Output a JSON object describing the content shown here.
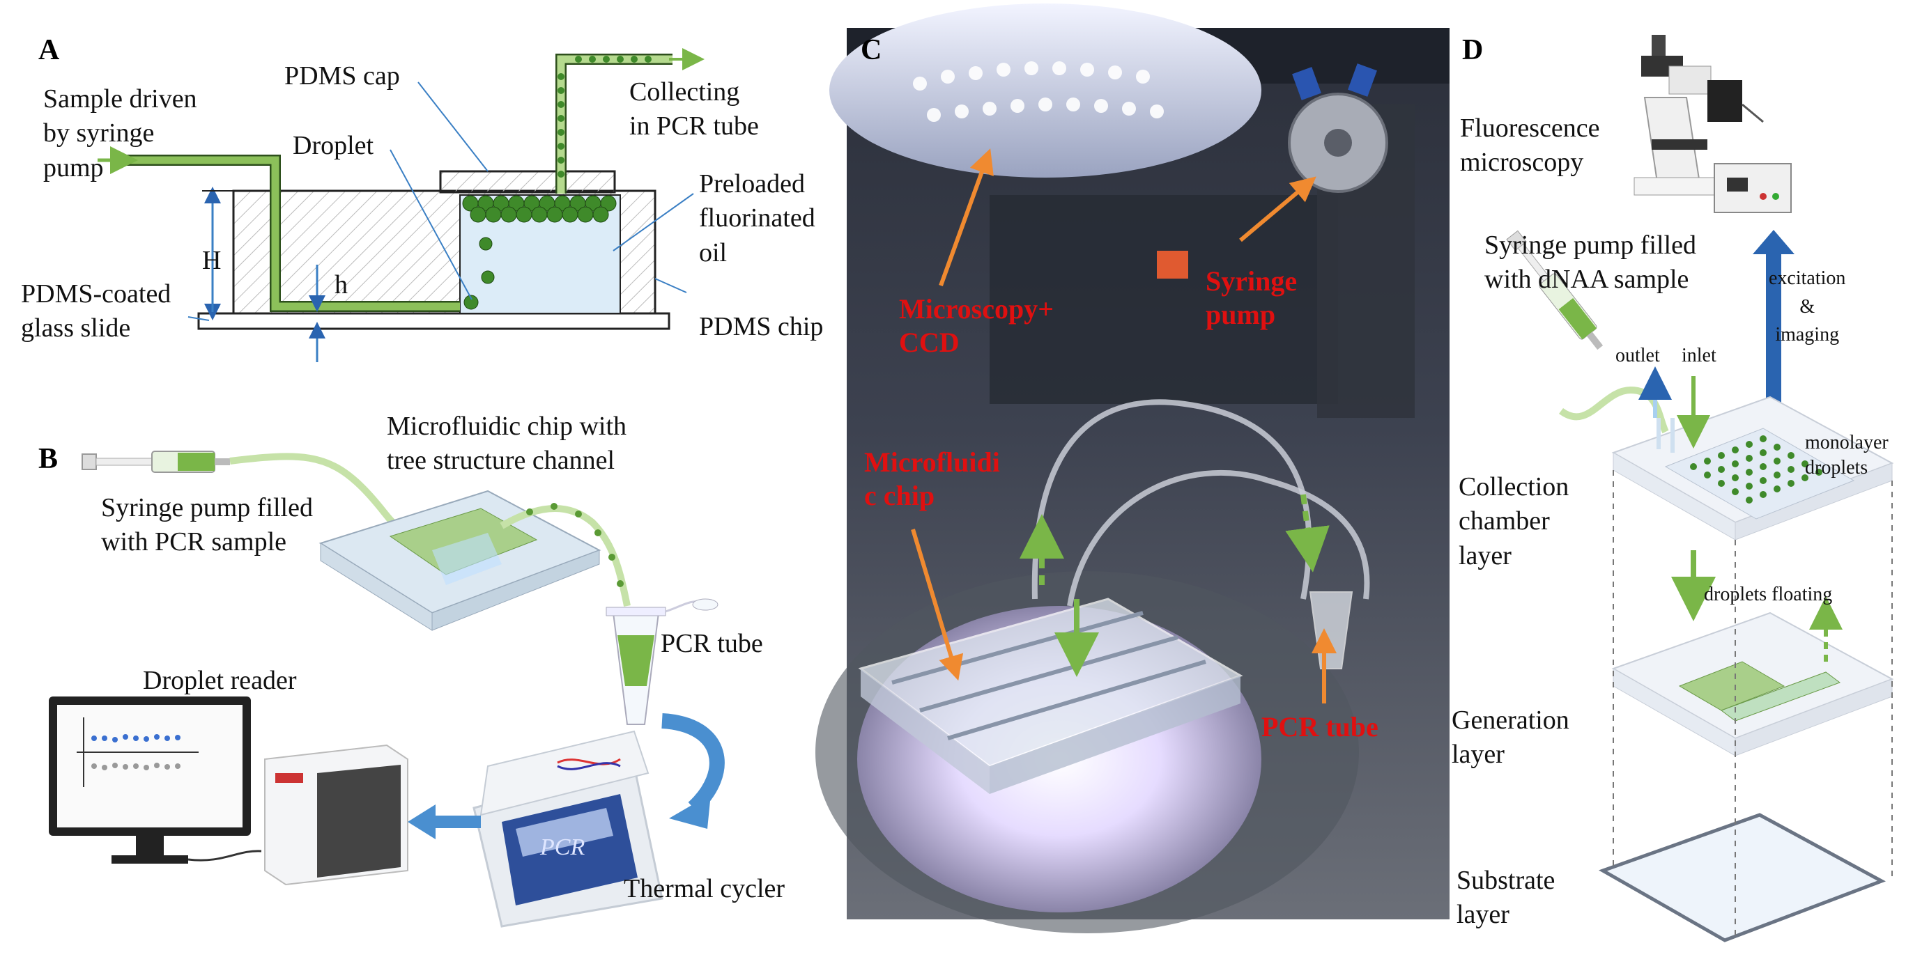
{
  "panels": {
    "A": "A",
    "B": "B",
    "C": "C",
    "D": "D"
  },
  "panel_a": {
    "sample_driven": [
      "Sample  driven",
      "by syringe",
      "pump"
    ],
    "pdms_cap": "PDMS cap",
    "droplet": "Droplet",
    "collecting": [
      "Collecting",
      "in PCR tube"
    ],
    "preloaded": [
      "Preloaded",
      "fluorinated",
      "oil"
    ],
    "H": "H",
    "h": "h",
    "pdms_coated": [
      "PDMS-coated",
      "glass slide"
    ],
    "pdms_chip": "PDMS chip"
  },
  "panel_b": {
    "microfluidic": [
      "Microfluidic chip with",
      "tree structure channel"
    ],
    "syringe": [
      "Syringe pump filled",
      "with PCR sample"
    ],
    "pcr_tube": "PCR tube",
    "droplet_reader": "Droplet reader",
    "thermal_cycler": "Thermal cycler",
    "pcr_screen": "PCR"
  },
  "panel_c": {
    "microscopy": [
      "Microscopy+",
      "CCD"
    ],
    "syringe": [
      "Syringe",
      "pump"
    ],
    "chip": [
      "Microfluidi",
      "c chip"
    ],
    "pcr_tube": "PCR tube"
  },
  "panel_d": {
    "fluorescence": [
      "Fluorescence",
      "microscopy"
    ],
    "syringe": [
      "Syringe pump filled",
      "with dNAA sample"
    ],
    "excitation": [
      "excitation",
      "&",
      "imaging"
    ],
    "outlet": "outlet",
    "inlet": "inlet",
    "monolayer": [
      "monolayer",
      "droplets"
    ],
    "collection": [
      "Collection",
      "chamber",
      "layer"
    ],
    "floating": "droplets floating",
    "generation": [
      "Generation",
      "layer"
    ],
    "substrate": [
      "Substrate",
      "layer"
    ]
  },
  "colors": {
    "green": "#7ab648",
    "orange": "#f08a30",
    "blue": "#3a7fc4",
    "red": "#e01010"
  }
}
